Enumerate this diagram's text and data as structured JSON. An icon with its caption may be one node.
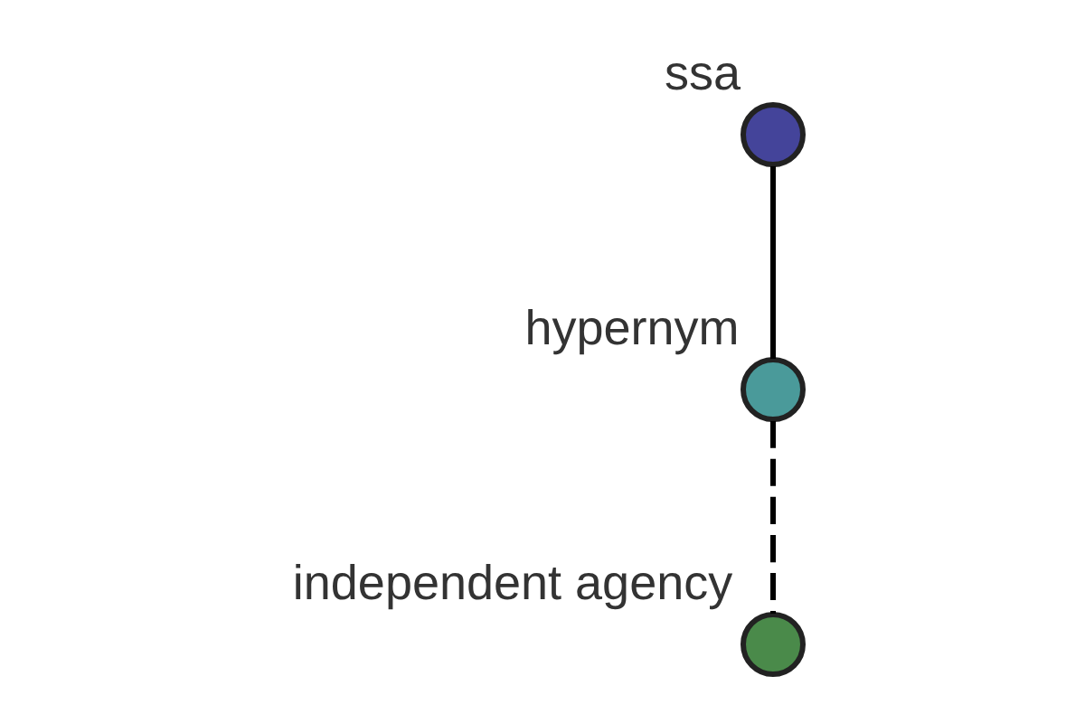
{
  "diagram": {
    "nodes": [
      {
        "text": [
          "ssa"
        ]
      },
      {
        "text": [
          "hypernym"
        ]
      },
      {
        "text": [
          "independent agency"
        ]
      }
    ],
    "edges": [
      {
        "from": 0,
        "to": 1,
        "arrow": "none"
      },
      {
        "from": 1,
        "to": 2,
        "arrow": "none",
        "style": "dashed"
      }
    ]
  }
}
